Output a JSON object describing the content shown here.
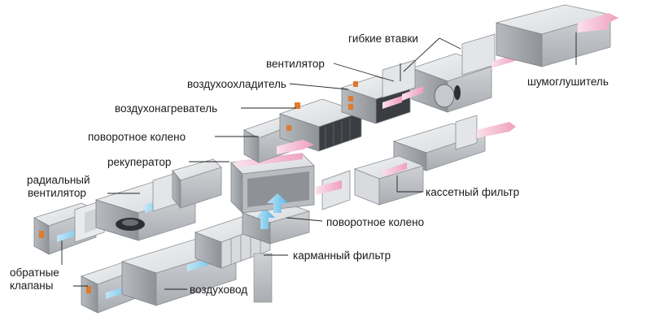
{
  "labels": {
    "flex_inserts": "гибкие втавки",
    "fan": "вентилятор",
    "air_cooler": "воздухоохладитель",
    "silencer": "шумоглушитель",
    "air_heater": "воздухонагреватель",
    "rotary_elbow_top": "поворотное колено",
    "recuperator": "рекуператор",
    "radial_fan_line1": "радиальный",
    "radial_fan_line2": "вентилятор",
    "cassette_filter": "кассетный фильтр",
    "rotary_elbow_mid": "поворотное колено",
    "pocket_filter": "карманный фильтр",
    "check_valves_line1": "обратные",
    "check_valves_line2": "клапаны",
    "air_duct": "воздуховод"
  },
  "colors": {
    "metal_top": "#e6e7e9",
    "metal_side": "#c9cbce",
    "metal_dark": "#9fa3a8",
    "airflow_blue": "#6fc3ea",
    "airflow_pink": "#f4b7cc",
    "label_line": "#222222",
    "terminal_orange": "#e07a2e"
  }
}
